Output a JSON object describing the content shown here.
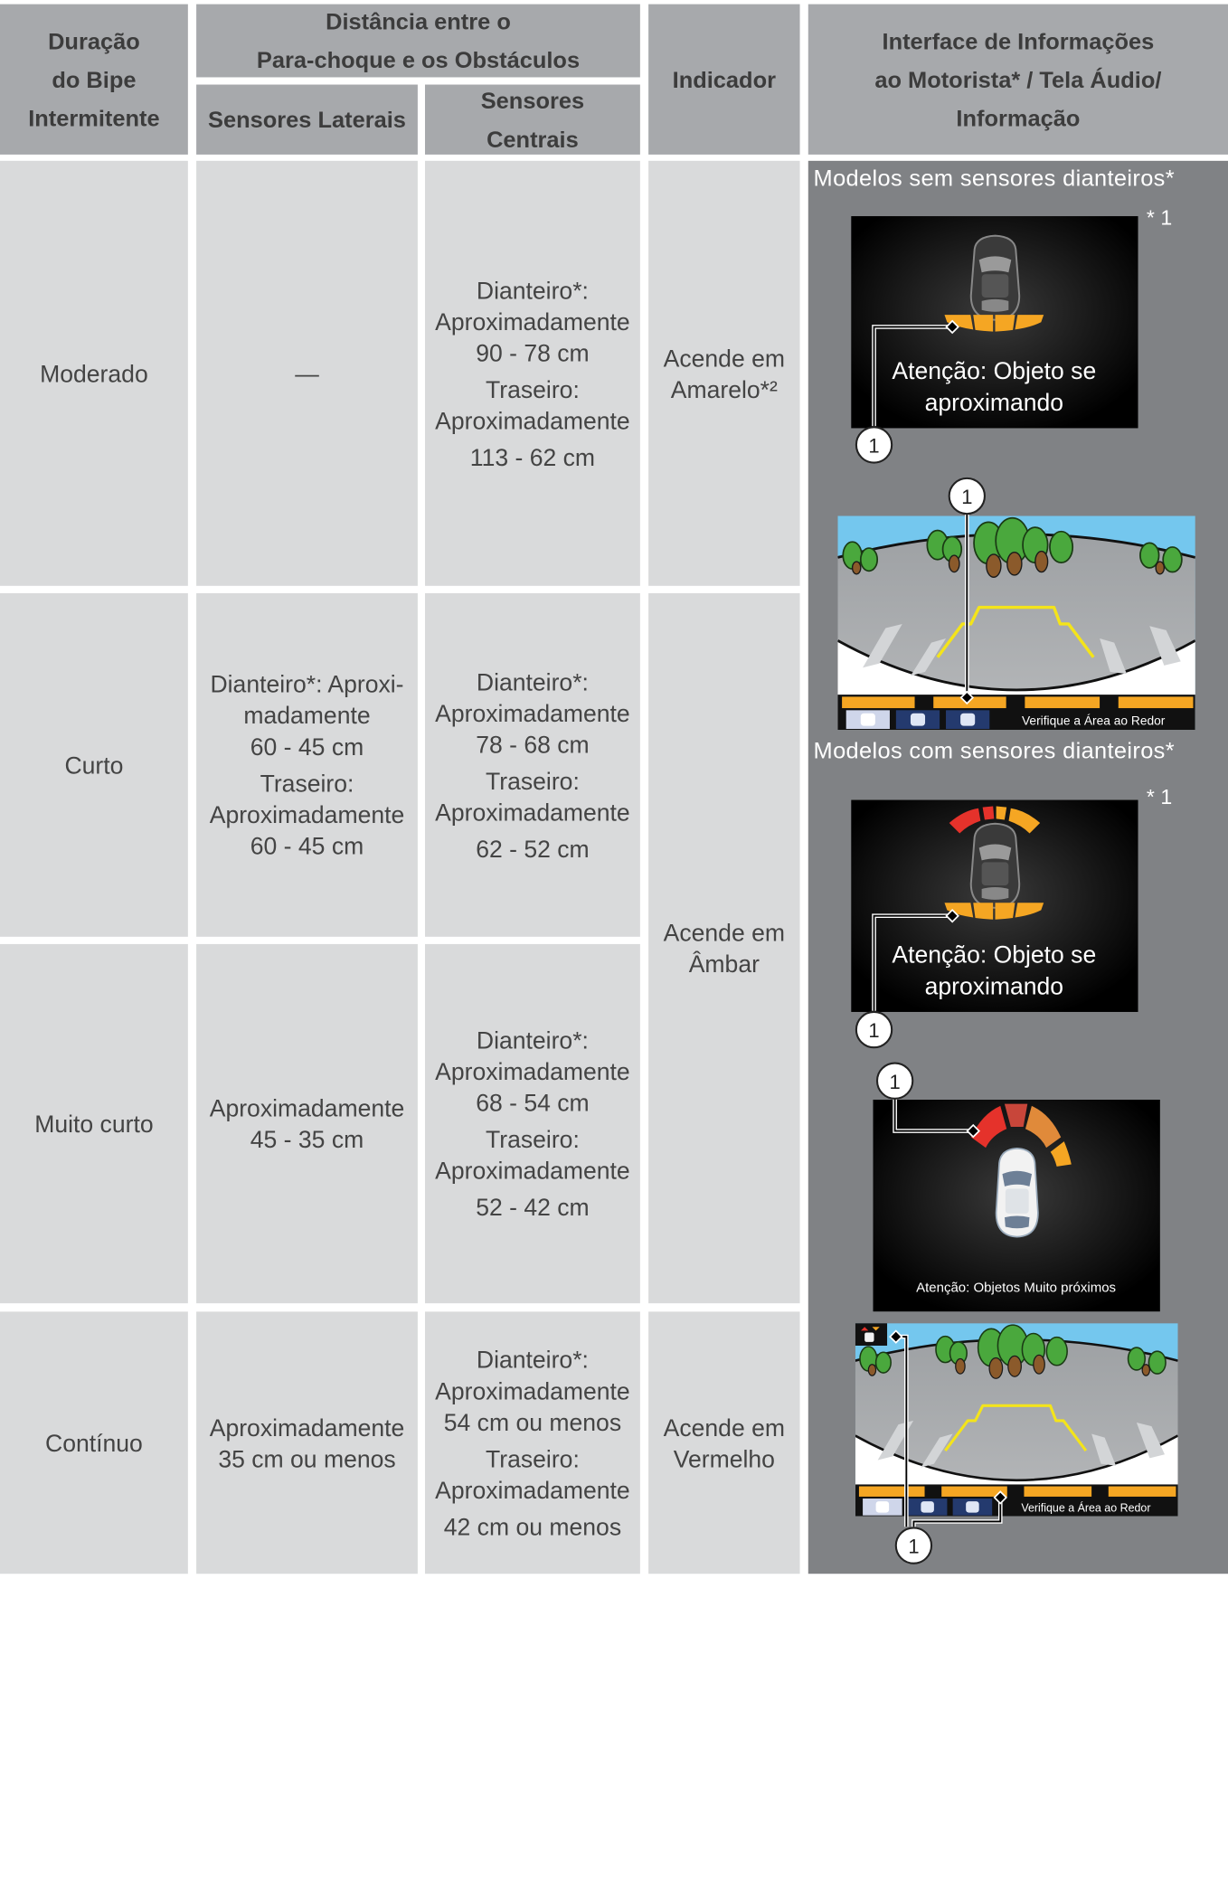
{
  "header": {
    "duracao": [
      "Duração",
      "do Bipe",
      "Intermitente"
    ],
    "distancia": [
      "Distância entre o",
      "Para-choque e os Obstáculos"
    ],
    "laterais": "Sensores Laterais",
    "centrais": [
      "Sensores",
      "Centrais"
    ],
    "indicador": "Indicador",
    "interface": [
      "Interface de Informações",
      "ao Motorista* / Tela Áudio/",
      "Informação"
    ]
  },
  "rows": {
    "moderado": {
      "duracao": "Moderado",
      "laterais": "—",
      "centrais": [
        "Dianteiro*:",
        "Aproximadamente",
        "90 - 78 cm",
        "Traseiro:",
        "Aproximadamente",
        "113 - 62 cm"
      ],
      "indicador": [
        "Acende em",
        "Amarelo*²"
      ]
    },
    "curto": {
      "duracao": "Curto",
      "laterais": [
        "Dianteiro*: Aproxi-",
        "madamente",
        "60 - 45 cm",
        "Traseiro:",
        "Aproximadamente",
        "60 - 45 cm"
      ],
      "centrais": [
        "Dianteiro*:",
        "Aproximadamente",
        "78 - 68 cm",
        "Traseiro:",
        "Aproximadamente",
        "62 - 52 cm"
      ]
    },
    "ambar": [
      "Acende em",
      "Âmbar"
    ],
    "muito_curto": {
      "duracao": "Muito curto",
      "laterais": [
        "Aproximadamente",
        "45 - 35 cm"
      ],
      "centrais": [
        "Dianteiro*:",
        "Aproximadamente",
        "68 - 54 cm",
        "Traseiro:",
        "Aproximadamente",
        "52 - 42 cm"
      ]
    },
    "continuo": {
      "duracao": "Contínuo",
      "laterais": [
        "Aproximadamente",
        "35 cm ou menos"
      ],
      "centrais": [
        "Dianteiro*:",
        "Aproximadamente",
        "54 cm ou menos",
        "Traseiro:",
        "Aproximadamente",
        "42 cm ou menos"
      ],
      "indicador": [
        "Acende em",
        "Vermelho"
      ]
    }
  },
  "interface_panel": {
    "caption_sem": "Modelos sem sensores dianteiros*",
    "caption_com": "Modelos com sensores dianteiros*",
    "footnote": "* 1",
    "warning_msg": [
      "Atenção: Objeto se",
      "aproximando"
    ],
    "warning_close": "Atenção: Objetos Muito próximos",
    "camera_label": "Verifique a Área ao Redor",
    "callout_number": "1"
  },
  "colors": {
    "header_bg": "#a7a9ac",
    "cell_bg": "#d9dadb",
    "panel_bg": "#808285",
    "amber": "#f5a623",
    "red": "#e5322b",
    "sky": "#74c7ee",
    "guide_yellow": "#f4e41a"
  }
}
